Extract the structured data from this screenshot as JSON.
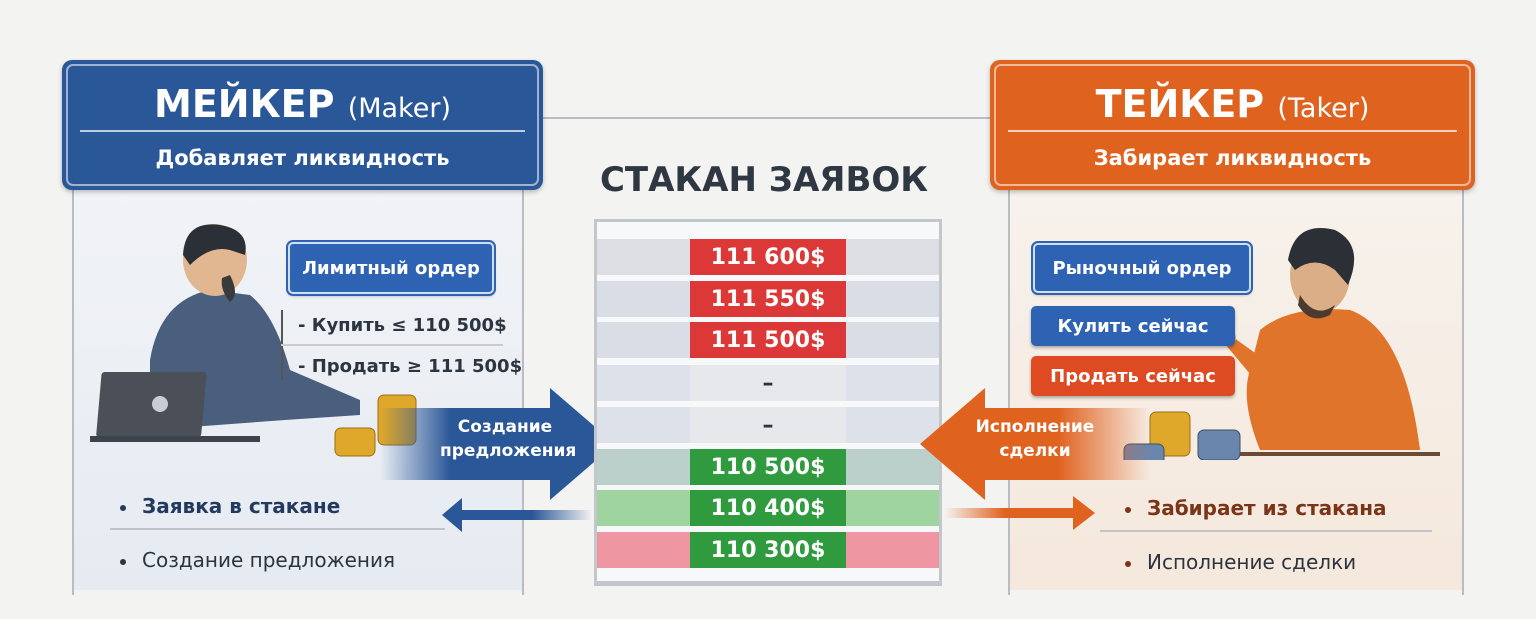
{
  "title": "СТАКАН ЗАЯВОК",
  "maker": {
    "title": "МЕЙКЕР",
    "title_en": "(Maker)",
    "subtitle": "Добавляет ликвидность",
    "order_type": "Лимитный ордер",
    "conditions": [
      "- Купить ≤ 110 500$",
      "- Продать ≥ 111 500$"
    ],
    "arrow_label": [
      "Создание",
      "предложения"
    ],
    "bullets": [
      "Заявка в стакане",
      "Создание предложения"
    ],
    "color": "#2a5797"
  },
  "taker": {
    "title": "ТЕЙКЕР",
    "title_en": "(Taker)",
    "subtitle": "Забирает ликвидность",
    "order_type": "Рыночный ордер",
    "buy_button": "Кулить сейчас",
    "sell_button": "Продать сейчас",
    "arrow_label": [
      "Исполнение",
      "сделки"
    ],
    "bullets": [
      "Забирает из стакана",
      "Исполнение сделки"
    ],
    "color": "#e0621f"
  },
  "order_book": {
    "asks": [
      "111 600$",
      "111 550$",
      "111 500$"
    ],
    "spread": [
      "–",
      "–"
    ],
    "bids": [
      "110 500$",
      "110 400$",
      "110 300$"
    ],
    "ask_color": "#dc3838",
    "bid_color": "#2f9a3e"
  }
}
